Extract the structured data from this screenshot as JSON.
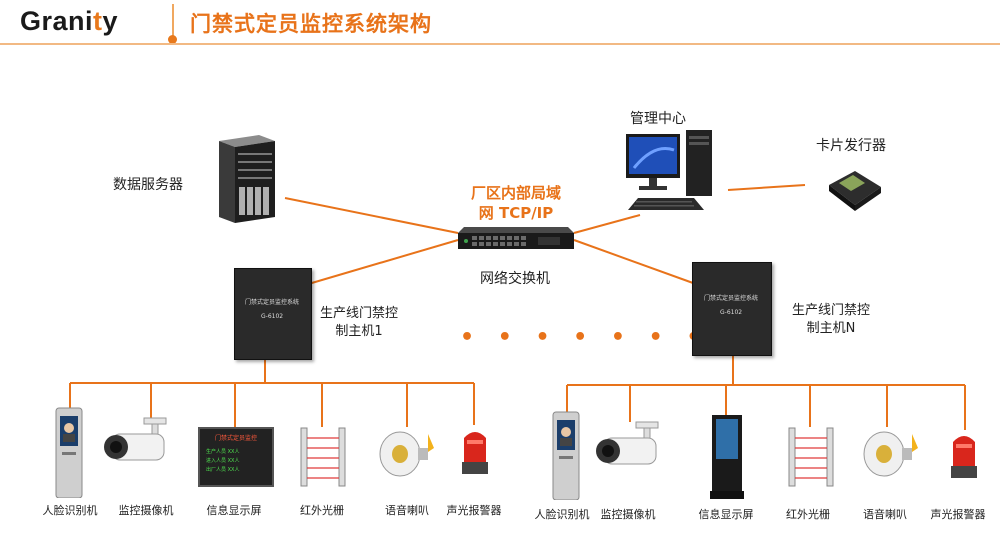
{
  "header": {
    "logo_main": "Grani",
    "logo_accent": "t",
    "logo_tail": "y",
    "title": "门禁式定员监控系统架构"
  },
  "network": {
    "server_label": "数据服务器",
    "mgmt_label": "管理中心",
    "card_label": "卡片发行器",
    "lan_line1": "厂区内部局域",
    "lan_line2": "网 TCP/IP",
    "switch_label": "网络交换机",
    "ellipsis": "• • • • • • •"
  },
  "controllers": {
    "left": {
      "line1": "生产线门禁控",
      "line2": "制主机1",
      "panel_line1": "门禁式定员监控系统",
      "panel_line2": "G-6102"
    },
    "right": {
      "line1": "生产线门禁控",
      "line2": "制主机N",
      "panel_line1": "门禁式定员监控系统",
      "panel_line2": "G-6102"
    }
  },
  "devices_left": [
    "人脸识别机",
    "监控摄像机",
    "信息显示屏",
    "红外光栅",
    "语音喇叭",
    "声光报警器"
  ],
  "devices_right": [
    "人脸识别机",
    "监控摄像机",
    "信息显示屏",
    "红外光栅",
    "语音喇叭",
    "声光报警器"
  ],
  "display_screen": {
    "title": "门禁式定员监控",
    "rows": [
      "生产人员  XX人",
      "进入人员  XX人",
      "出厂人员  XX人"
    ]
  },
  "colors": {
    "accent": "#e8731a",
    "line": "#e8731a"
  }
}
